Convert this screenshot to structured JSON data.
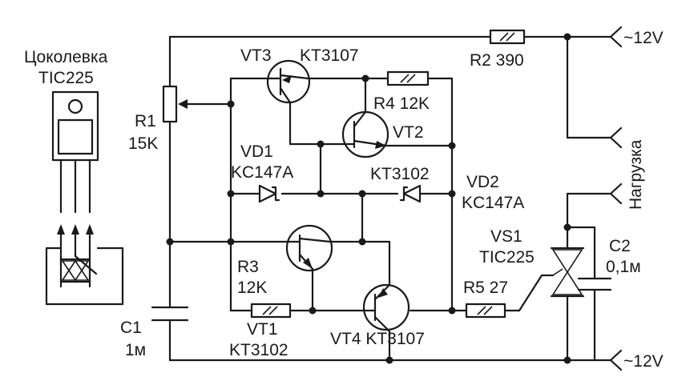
{
  "pinout": {
    "title_line1": "Цоколевка",
    "title_line2": "TIC225"
  },
  "components": {
    "vt3": {
      "ref": "VT3",
      "type": "KT3107"
    },
    "vt2": {
      "ref": "VT2",
      "type": "KT3102"
    },
    "vt1": {
      "ref": "VT1",
      "type": "KT3102"
    },
    "vt4": {
      "ref": "VT4 KT3107"
    },
    "r1": {
      "ref": "R1",
      "value": "15K"
    },
    "r2": {
      "label": "R2 390"
    },
    "r3": {
      "ref": "R3",
      "value": "12K"
    },
    "r4": {
      "label": "R4 12K"
    },
    "r5": {
      "label": "R5 27"
    },
    "vd1": {
      "ref": "VD1",
      "type": "KC147A"
    },
    "vd2": {
      "ref": "VD2",
      "type": "KC147A"
    },
    "vs1": {
      "ref": "VS1",
      "type": "TIC225"
    },
    "c1": {
      "ref": "C1",
      "value": "1м"
    },
    "c2": {
      "ref": "C2",
      "value": "0,1м"
    }
  },
  "terminals": {
    "top": "~12V",
    "bottom": "~12V",
    "load": "Нагрузка"
  }
}
